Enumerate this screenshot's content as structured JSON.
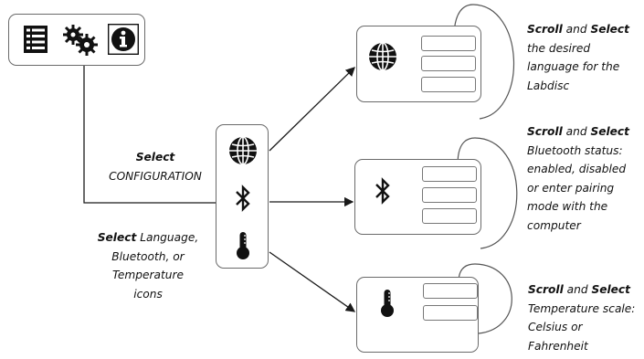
{
  "step1": {
    "select_word": "Select",
    "config_word": "CONFIGURATION"
  },
  "step2": {
    "select_word": "Select",
    "text_a": "Language,",
    "text_b": "Bluetooth, or",
    "text_c": "Temperature",
    "text_d": "icons"
  },
  "language_note": {
    "scroll": "Scroll",
    "and": "and",
    "select": "Select",
    "l1": "the desired",
    "l2": "language for the",
    "l3": "Labdisc"
  },
  "bluetooth_note": {
    "scroll": "Scroll",
    "and": "and",
    "select": "Select",
    "l1": "Bluetooth status:",
    "l2": "enabled, disabled",
    "l3": "or enter pairing",
    "l4": "mode with the",
    "l5": "computer"
  },
  "temperature_note": {
    "scroll": "Scroll",
    "and": "and",
    "select": "Select",
    "l1": "Temperature scale:",
    "l2": "Celsius or",
    "l3": "Fahrenheit"
  },
  "icons": {
    "menu": "list-menu-icon",
    "config": "gears-icon",
    "info": "info-icon",
    "language": "globe-icon",
    "bluetooth": "bluetooth-icon",
    "temperature": "thermometer-icon"
  },
  "colors": {
    "line": "#1a1a1a",
    "box_border": "#6a6a6a",
    "icon": "#111111"
  }
}
